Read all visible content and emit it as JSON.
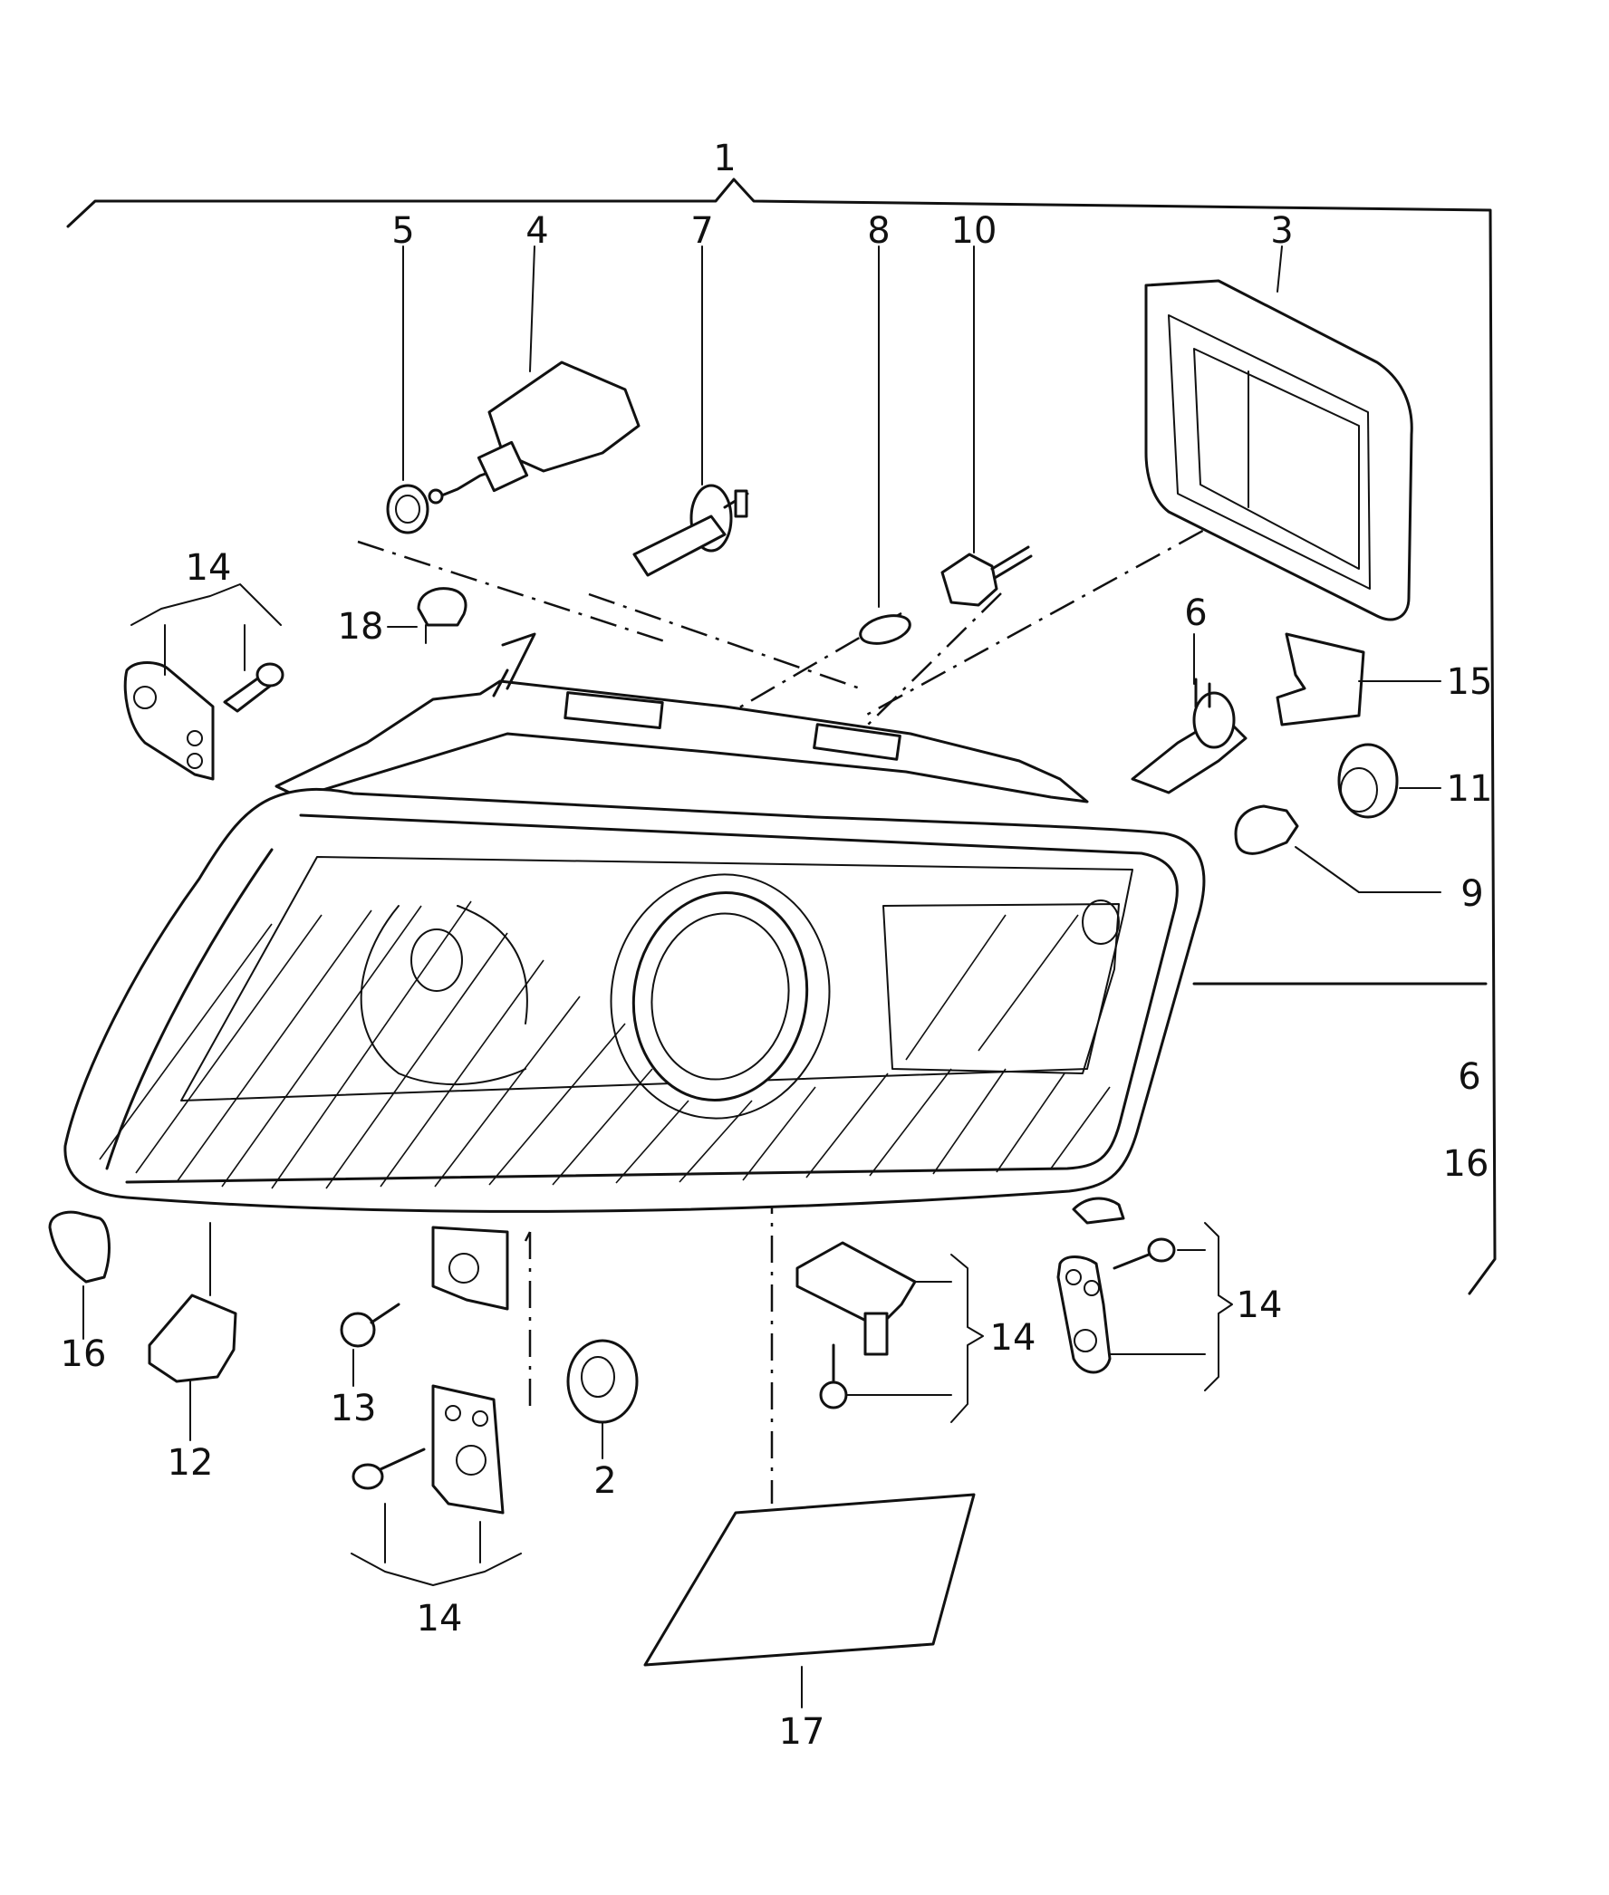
{
  "callouts": [
    {
      "id": "c1",
      "text": "1"
    },
    {
      "id": "c5",
      "text": "5"
    },
    {
      "id": "c4",
      "text": "4"
    },
    {
      "id": "c7",
      "text": "7"
    },
    {
      "id": "c8",
      "text": "8"
    },
    {
      "id": "c10",
      "text": "10"
    },
    {
      "id": "c3",
      "text": "3"
    },
    {
      "id": "c14a",
      "text": "14"
    },
    {
      "id": "c18",
      "text": "18"
    },
    {
      "id": "c6a",
      "text": "6"
    },
    {
      "id": "c15",
      "text": "15"
    },
    {
      "id": "c11",
      "text": "11"
    },
    {
      "id": "c9",
      "text": "9"
    },
    {
      "id": "c6b",
      "text": "6"
    },
    {
      "id": "c16a",
      "text": "16"
    },
    {
      "id": "c16b",
      "text": "16"
    },
    {
      "id": "c13",
      "text": "13"
    },
    {
      "id": "c12",
      "text": "12"
    },
    {
      "id": "c2",
      "text": "2"
    },
    {
      "id": "c14b",
      "text": "14"
    },
    {
      "id": "c14c",
      "text": "14"
    },
    {
      "id": "c14d",
      "text": "14"
    },
    {
      "id": "c17",
      "text": "17"
    }
  ]
}
